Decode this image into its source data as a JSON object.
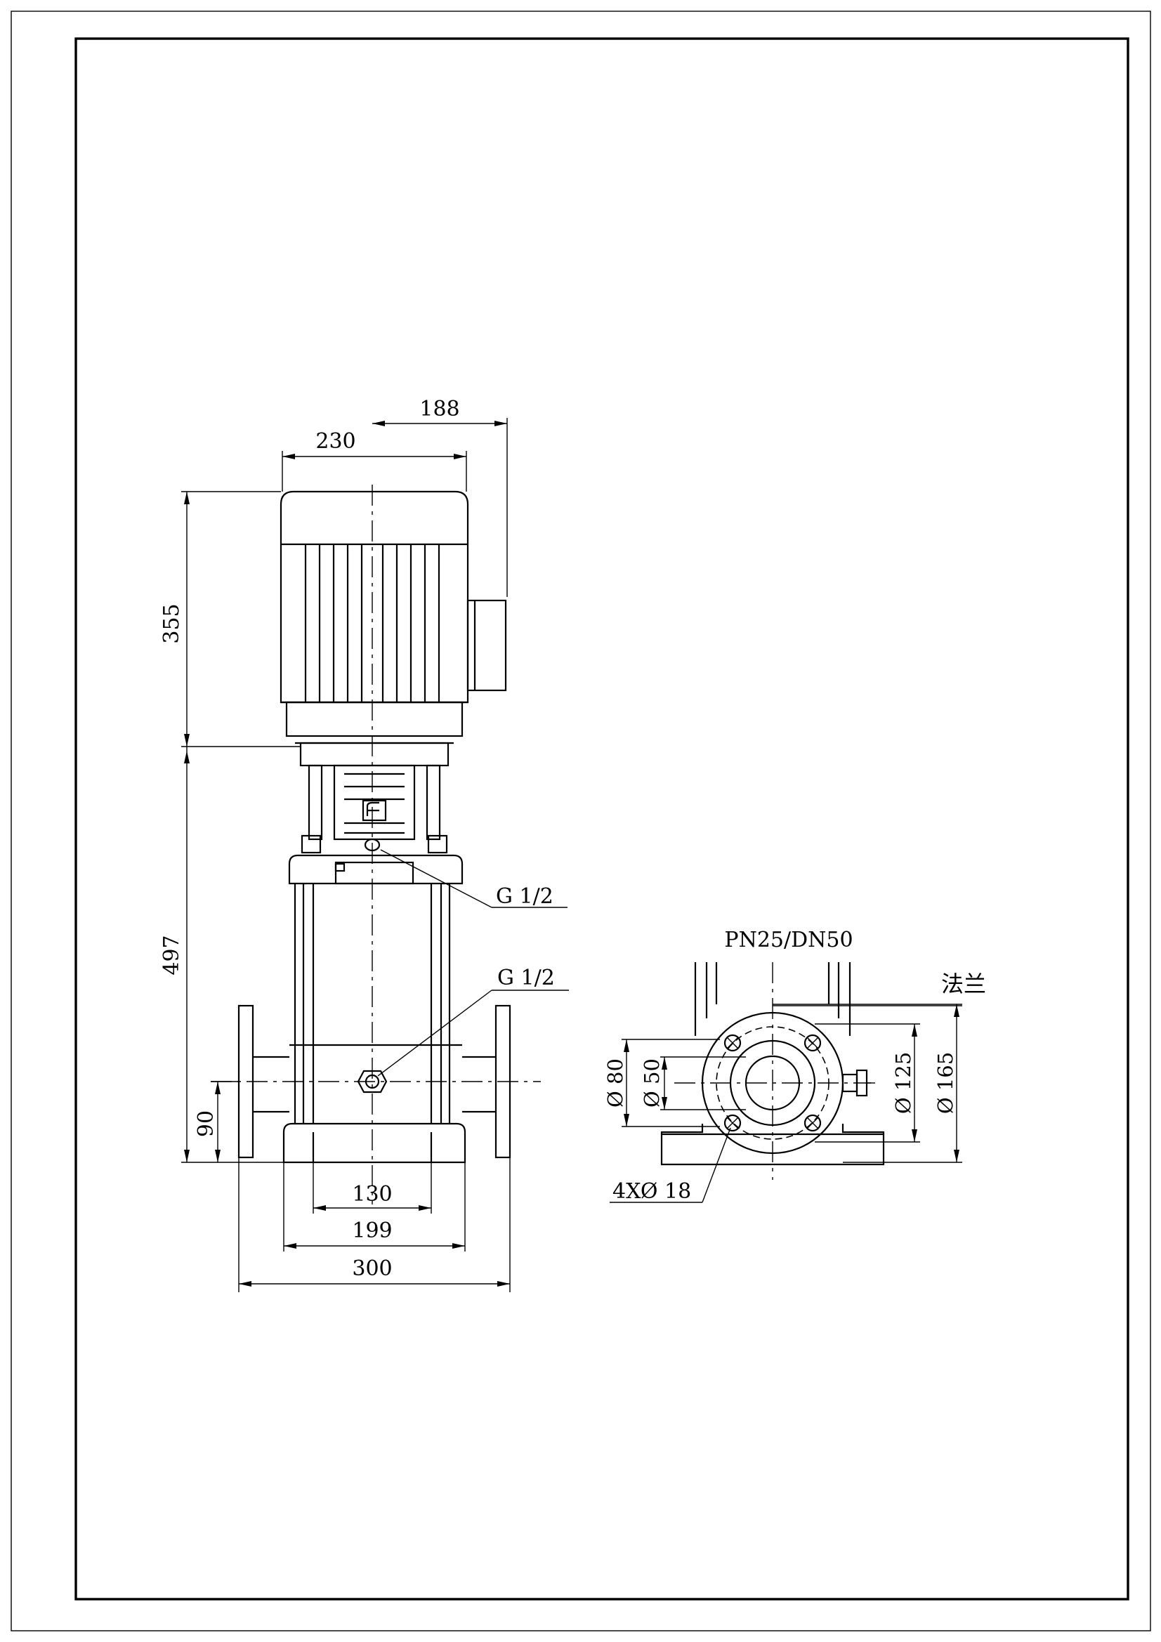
{
  "front_view": {
    "dim_top_right": "188",
    "dim_motor_width": "230",
    "dim_motor_height": "355",
    "dim_pump_height": "497",
    "dim_inlet_height": "90",
    "dim_foot_inner": "130",
    "dim_foot_mid": "199",
    "dim_flange_span": "300",
    "port_upper": "G 1/2",
    "port_lower": "G 1/2"
  },
  "side_view": {
    "flange_spec": "PN25/DN50",
    "flange_label": "法兰",
    "dia_80": "Ø 80",
    "dia_50": "Ø 50",
    "dia_125": "Ø 125",
    "dia_165": "Ø 165",
    "bolt_holes": "4XØ 18"
  }
}
